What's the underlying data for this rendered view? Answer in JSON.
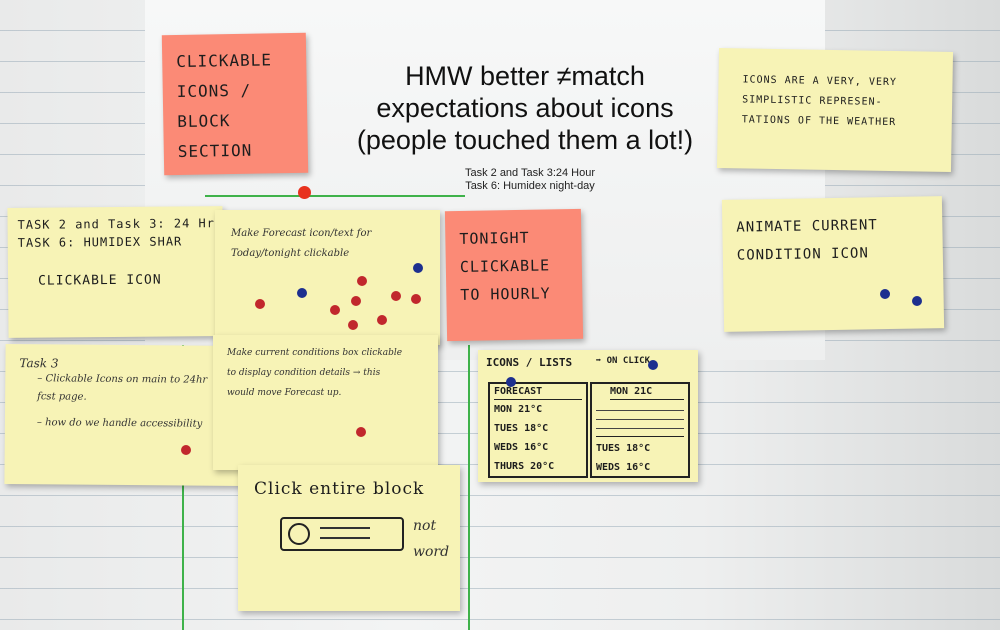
{
  "poster": {
    "title": "HMW better ≠match expectations about icons (people touched them a lot!)",
    "subtitle_1": "Task 2 and Task 3:24 Hour",
    "subtitle_2": "Task 6: Humidex night-day"
  },
  "notes": {
    "clickable_icons": "CLICKABLE ICONS / BLOCK SECTION",
    "task2_line1": "TASK 2 and Task 3: 24 Hr",
    "task2_line2": "TASK 6: HUMIDEX SHAR",
    "task2_body": "CLICKABLE ICON",
    "forecast_icon": "Make Forecast icon/text for Today/tonight clickable",
    "tonight": "TONIGHT CLICKABLE TO HOURLY",
    "icons_simplistic": "ICONS ARE A VERY, VERY SIMPLISTIC REPRESEN-TATIONS OF THE WEATHER",
    "animate": "ANIMATE CURRENT CONDITION ICON",
    "task3_title": "Task 3",
    "task3_line1": "– Clickable Icons on main to 24hr fcst page.",
    "task3_line2": "– how do we handle accessibility",
    "current_conditions": "Make current conditions box clickable to display condition details → this would move Forecast up.",
    "click_block": "Click entire block",
    "not_word": "not word"
  },
  "sketch": {
    "header_left": "ICONS / LISTS",
    "header_right": "ON CLICK",
    "left_title": "FORECAST",
    "left_rows": [
      "MON 21°C",
      "TUES 18°C",
      "WEDS 16°C",
      "THURS 20°C"
    ],
    "right_title": "MON 21C",
    "right_rows": [
      "TUES 18°C",
      "WEDS 16°C"
    ]
  },
  "colors": {
    "sticky_yellow": "#f7f3b6",
    "sticky_pink": "#fb8a76",
    "dot_red": "#c1272d",
    "dot_blue": "#1d2f8f",
    "marker_green": "#3fb24a"
  }
}
